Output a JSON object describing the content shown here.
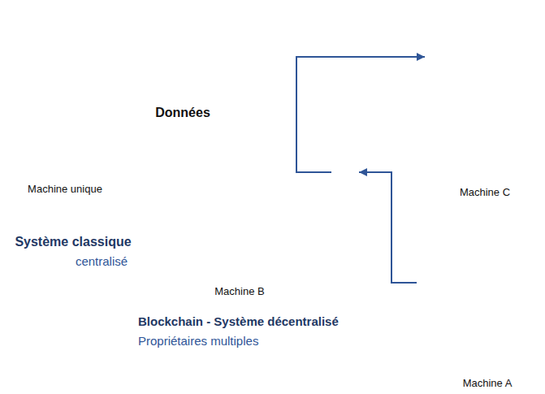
{
  "diagram": {
    "nodes": [
      {
        "text": [
          "Machine unique"
        ]
      },
      {
        "text": [
          "Machine B"
        ]
      },
      {
        "text": [
          "Machine C"
        ]
      },
      {
        "text": [
          "Machine A"
        ]
      }
    ],
    "edges": [
      {
        "from": 3,
        "to": 1,
        "arrow": "to"
      },
      {
        "from": 1,
        "to": 2,
        "arrow": "to"
      }
    ],
    "labels": [
      "Données",
      "Système classique",
      "centralisé",
      "Blockchain - Système décentralisé",
      "Propriétaires multiples"
    ]
  }
}
